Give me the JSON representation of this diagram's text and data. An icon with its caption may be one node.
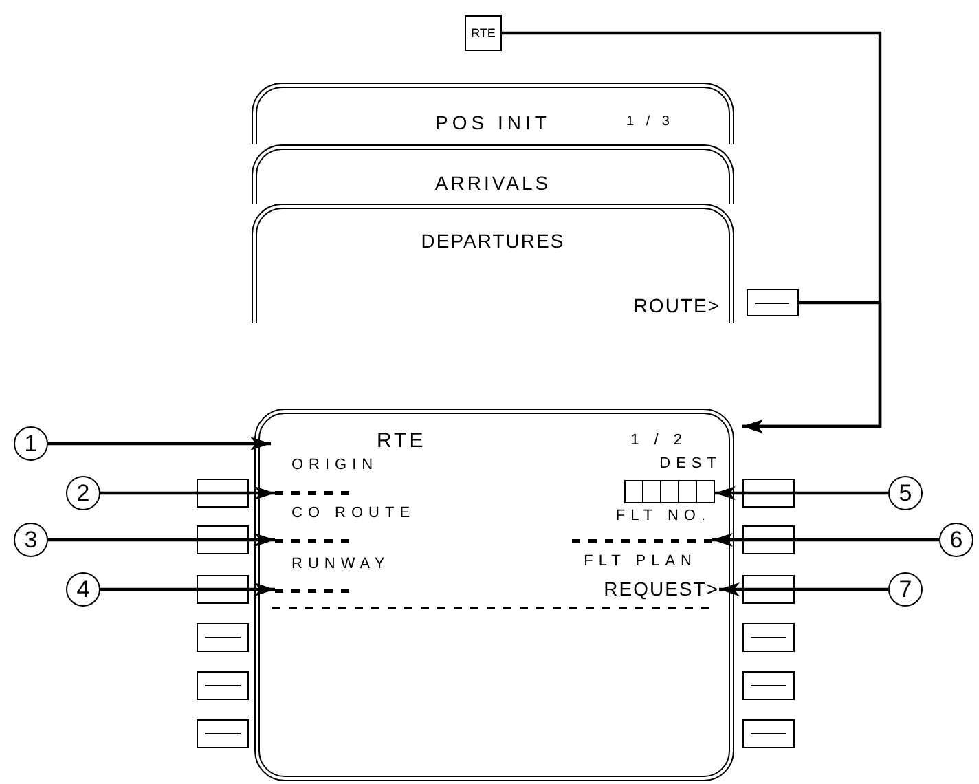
{
  "diagram": {
    "nodes": [
      {
        "text": [
          "RTE"
        ]
      },
      {
        "text": [
          "POS INIT",
          "1 / 3"
        ]
      },
      {
        "text": [
          "ARRIVALS"
        ]
      },
      {
        "text": [
          "DEPARTURES",
          "ROUTE>"
        ]
      },
      {
        "text": [],
        "shape": "box"
      },
      {
        "text": [
          "RTE",
          "1 / 2"
        ]
      },
      {
        "text": [
          "1"
        ]
      },
      {
        "text": [
          "2"
        ]
      },
      {
        "text": [
          "3"
        ]
      },
      {
        "text": [
          "4"
        ]
      },
      {
        "text": [
          "5"
        ]
      },
      {
        "text": [
          "6"
        ]
      },
      {
        "text": [
          "7"
        ]
      },
      {
        "text": [],
        "shape": "bar",
        "in": 5
      },
      {
        "text": [],
        "shape": "bar",
        "in": 5
      },
      {
        "text": [],
        "shape": "bar",
        "in": 5
      },
      {
        "text": [],
        "shape": "box",
        "in": 5,
        "beside": [
          "DEST"
        ]
      },
      {
        "text": [],
        "shape": "bar",
        "in": 5
      },
      {
        "text": [
          "REQUEST>"
        ],
        "in": 5
      }
    ],
    "edges": [
      {
        "from": 0,
        "to": 5,
        "arrow": "to"
      },
      {
        "from": 4,
        "to": 5,
        "arrow": "to"
      },
      {
        "from": 6,
        "to": 5,
        "arrow": "to"
      },
      {
        "from": 7,
        "to": 13,
        "arrow": "to"
      },
      {
        "from": 8,
        "to": 14,
        "arrow": "to"
      },
      {
        "from": 9,
        "to": 15,
        "arrow": "to"
      },
      {
        "from": 10,
        "to": 16,
        "arrow": "to"
      },
      {
        "from": 11,
        "to": 17,
        "arrow": "to"
      },
      {
        "from": 12,
        "to": 18,
        "arrow": "to"
      }
    ],
    "labels": [
      "ORIGIN",
      "CO ROUTE",
      "FLT NO.",
      "RUNWAY",
      "FLT PLAN"
    ]
  }
}
